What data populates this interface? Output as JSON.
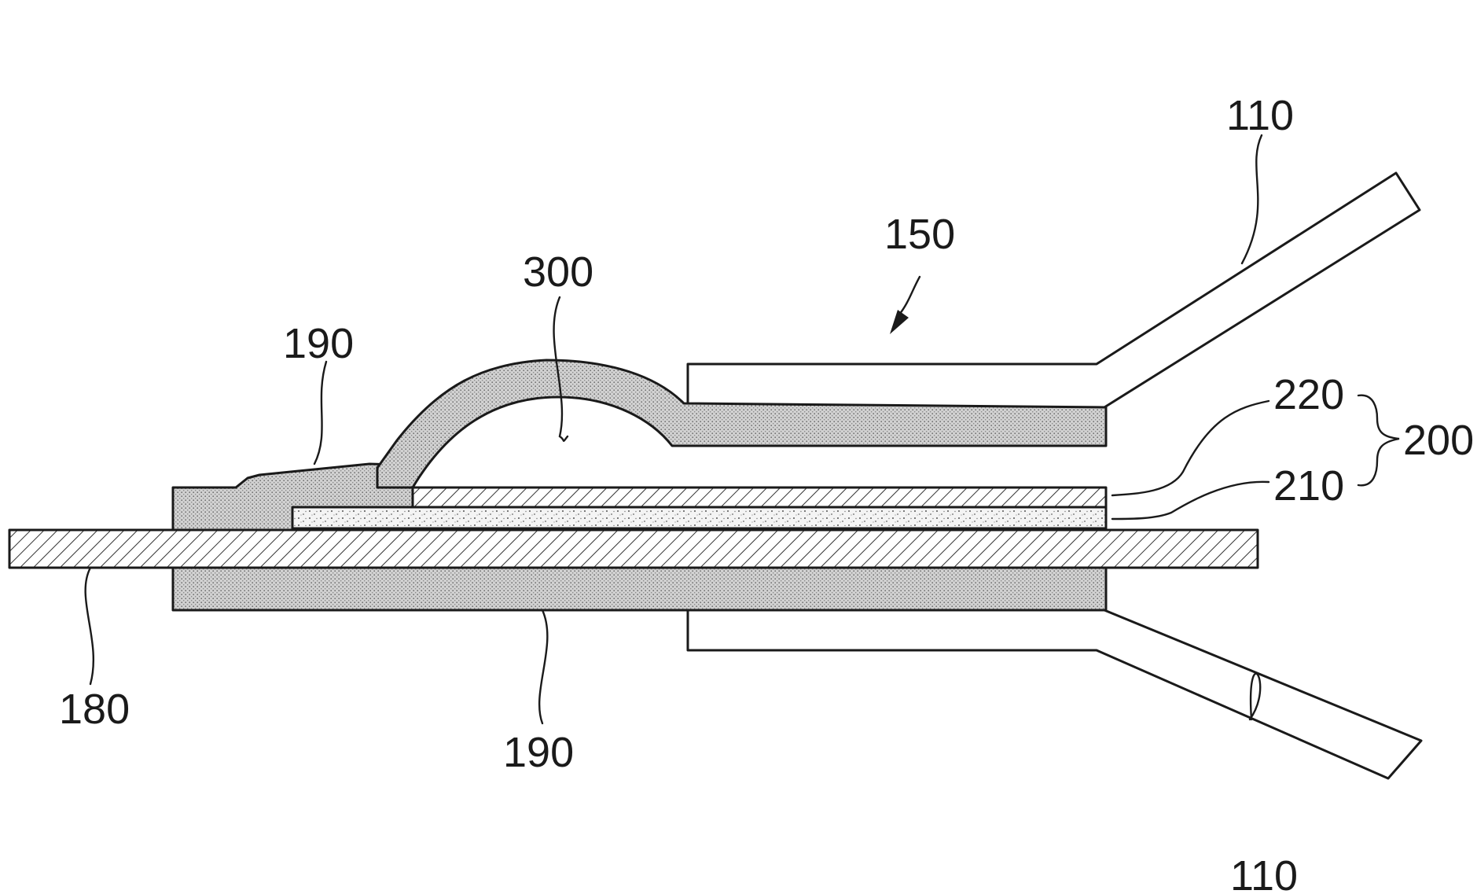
{
  "figure": {
    "labels": {
      "lead_upper": "110",
      "lead_lower": "110",
      "pouch": "150",
      "coating_upper": "190",
      "coating_lower": "190",
      "tape": "300",
      "insulator_outer": "220",
      "insulator_inner": "210",
      "insulator_group": "200",
      "electrode_tab": "180"
    }
  }
}
